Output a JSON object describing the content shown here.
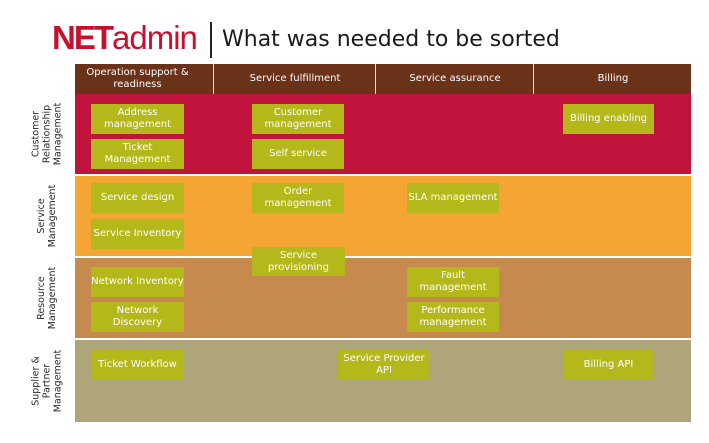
{
  "logo": {
    "net": "NET",
    "admin": "admin",
    "net_color": "#c8102e",
    "admin_color": "#c8102e"
  },
  "title": "What was needed to be sorted",
  "colors": {
    "header": "#6a3219",
    "crm": "#c0143c",
    "service": "#f5a533",
    "resource": "#c78a4e",
    "supplier": "#aea67a",
    "box": "#b5b81a"
  },
  "columns": [
    {
      "label": "Operation  support & readiness"
    },
    {
      "label": "Service fulfillment"
    },
    {
      "label": "Service assurance"
    },
    {
      "label": "Billing"
    }
  ],
  "rows": [
    {
      "label": "Customer Relationship Management"
    },
    {
      "label": "Service Management"
    },
    {
      "label": "Resource Management"
    },
    {
      "label": "Supplier & Partner Management"
    }
  ],
  "boxes": {
    "address_management": "Address management",
    "customer_management": "Customer management",
    "billing_enabling": "Billing enabling",
    "ticket_management": "Ticket Management",
    "self_service": "Self service",
    "service_design": "Service design",
    "order_management": "Order management",
    "sla_management": "SLA management",
    "service_inventory": "Service Inventory",
    "service_provisioning": "Service provisioning",
    "network_inventory": "Network Inventory",
    "fault_management": "Fault management",
    "network_discovery": "Network Discovery",
    "performance_management": "Performance management",
    "ticket_workflow": "Ticket Workflow",
    "service_provider_api": "Service Provider API",
    "billing_api": "Billing API"
  }
}
